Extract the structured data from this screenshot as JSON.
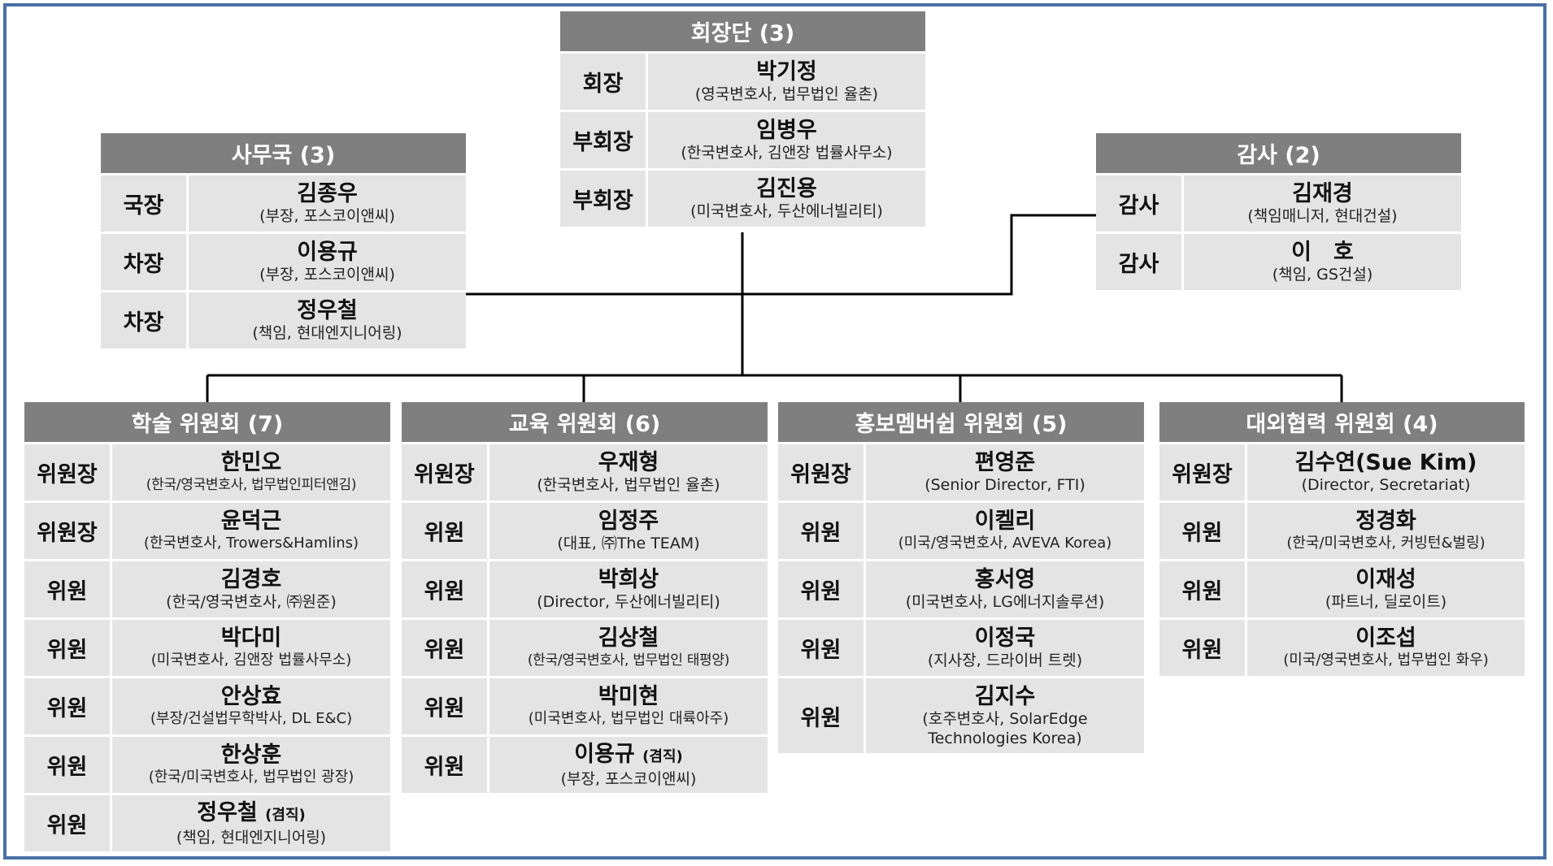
{
  "colors": {
    "header_bg": "#7f7f7f",
    "cell_bg": "#e4e4e4",
    "frame": "#4a6fa5",
    "line": "#000000"
  },
  "presidents": {
    "title": "회장단 (3)",
    "members": [
      {
        "role": "회장",
        "name": "박기정",
        "desc": "(영국변호사, 법무법인 율촌)"
      },
      {
        "role": "부회장",
        "name": "임병우",
        "desc": "(한국변호사, 김앤장 법률사무소)"
      },
      {
        "role": "부회장",
        "name": "김진용",
        "desc": "(미국변호사, 두산에너빌리티)"
      }
    ]
  },
  "secretariat": {
    "title": "사무국 (3)",
    "members": [
      {
        "role": "국장",
        "name": "김종우",
        "desc": "(부장, 포스코이앤씨)"
      },
      {
        "role": "차장",
        "name": "이용규",
        "desc": "(부장, 포스코이앤씨)"
      },
      {
        "role": "차장",
        "name": "정우철",
        "desc": "(책임, 현대엔지니어링)"
      }
    ]
  },
  "auditors": {
    "title": "감사 (2)",
    "members": [
      {
        "role": "감사",
        "name": "김재경",
        "desc": "(책임매니저, 현대건설)"
      },
      {
        "role": "감사",
        "name": "이　호",
        "desc": "(책임, GS건설)"
      }
    ]
  },
  "academic": {
    "title": "학술 위원회 (7)",
    "members": [
      {
        "role": "위원장",
        "name": "한민오",
        "note": "",
        "desc": "(한국/영국변호사, 법무법인피터앤김)"
      },
      {
        "role": "위원장",
        "name": "윤덕근",
        "note": "",
        "desc": "(한국변호사, Trowers&Hamlins)"
      },
      {
        "role": "위원",
        "name": "김경호",
        "note": "",
        "desc": "(한국/영국변호사, ㈜원준)"
      },
      {
        "role": "위원",
        "name": "박다미",
        "note": "",
        "desc": "(미국변호사, 김앤장 법률사무소)"
      },
      {
        "role": "위원",
        "name": "안상효",
        "note": "",
        "desc": "(부장/건설법무학박사, DL E&C)"
      },
      {
        "role": "위원",
        "name": "한상훈",
        "note": "",
        "desc": "(한국/미국변호사, 법무법인 광장)"
      },
      {
        "role": "위원",
        "name": "정우철",
        "note": "(겸직)",
        "desc": "(책임, 현대엔지니어링)"
      }
    ]
  },
  "education": {
    "title": "교육 위원회 (6)",
    "members": [
      {
        "role": "위원장",
        "name": "우재형",
        "note": "",
        "desc": "(한국변호사, 법무법인 율촌)"
      },
      {
        "role": "위원",
        "name": "임정주",
        "note": "",
        "desc": "(대표, ㈜The TEAM)"
      },
      {
        "role": "위원",
        "name": "박희상",
        "note": "",
        "desc": "(Director, 두산에너빌리티)"
      },
      {
        "role": "위원",
        "name": "김상철",
        "note": "",
        "desc": "(한국/영국변호사, 법무법인 태평양)"
      },
      {
        "role": "위원",
        "name": "박미현",
        "note": "",
        "desc": "(미국변호사, 법무법인 대륙아주)"
      },
      {
        "role": "위원",
        "name": "이용규",
        "note": "(겸직)",
        "desc": "(부장, 포스코이앤씨)"
      }
    ]
  },
  "promotion": {
    "title": "홍보멤버쉽 위원회 (5)",
    "members": [
      {
        "role": "위원장",
        "name": "편영준",
        "note": "",
        "desc": "(Senior Director, FTI)"
      },
      {
        "role": "위원",
        "name": "이켈리",
        "note": "",
        "desc": "(미국/영국변호사, AVEVA Korea)"
      },
      {
        "role": "위원",
        "name": "홍서영",
        "note": "",
        "desc": "(미국변호사, LG에너지솔루션)"
      },
      {
        "role": "위원",
        "name": "이정국",
        "note": "",
        "desc": "(지사장, 드라이버 트렛)"
      },
      {
        "role": "위원",
        "name": "김지수",
        "note": "",
        "desc": "(호주변호사, SolarEdge Technologies Korea)"
      }
    ]
  },
  "external": {
    "title": "대외협력 위원회 (4)",
    "members": [
      {
        "role": "위원장",
        "name": "김수연(Sue Kim)",
        "note": "",
        "desc": "(Director, Secretariat)"
      },
      {
        "role": "위원",
        "name": "정경화",
        "note": "",
        "desc": "(한국/미국변호사, 커빙턴&벌링)"
      },
      {
        "role": "위원",
        "name": "이재성",
        "note": "",
        "desc": "(파트너, 딜로이트)"
      },
      {
        "role": "위원",
        "name": "이조섭",
        "note": "",
        "desc": "(미국/영국변호사, 법무법인 화우)"
      }
    ]
  }
}
